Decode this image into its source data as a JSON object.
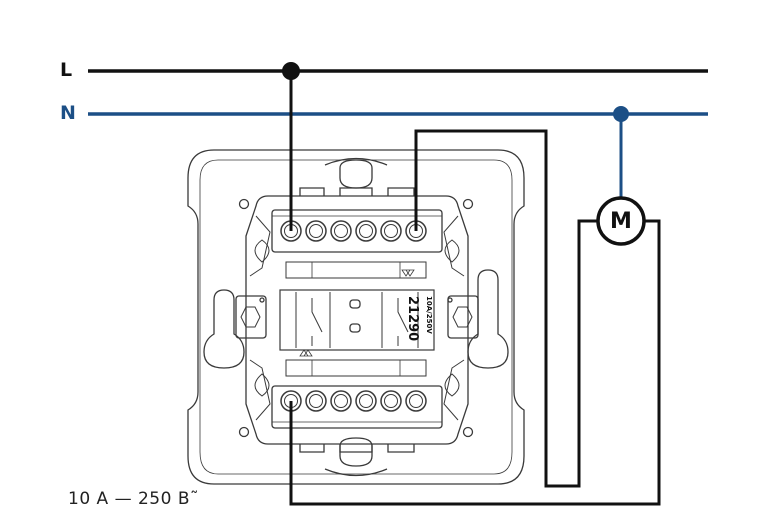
{
  "labels": {
    "line": "L",
    "neutral": "N",
    "motor": "M",
    "model": "21290",
    "model_rating": "10A/250V",
    "rating": "10 A — 250 В˜"
  },
  "colors": {
    "line_wire": "#111111",
    "neutral_wire": "#1c4f86",
    "device_outline": "#3a3a3a"
  },
  "icons": {
    "motor": "motor-circle-icon",
    "terminal": "screw-terminal-icon"
  }
}
